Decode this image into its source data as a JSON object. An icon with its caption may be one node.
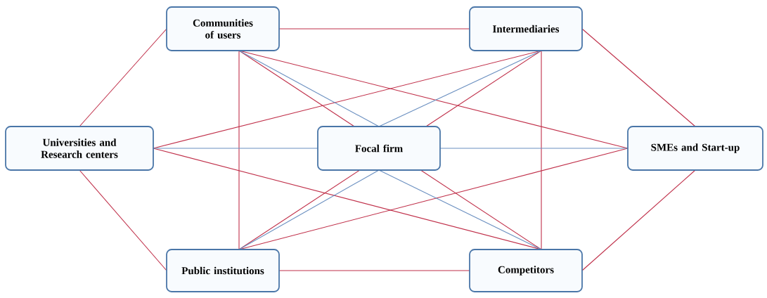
{
  "diagram": {
    "nodes": [
      {
        "text": [
          "Communities of users"
        ]
      },
      {
        "text": [
          "Intermediaries"
        ]
      },
      {
        "text": [
          "Universities and Research centers"
        ]
      },
      {
        "text": [
          "Focal firm"
        ]
      },
      {
        "text": [
          "SMEs and Start-up"
        ]
      },
      {
        "text": [
          "Public institutions"
        ]
      },
      {
        "text": [
          "Competitors"
        ]
      }
    ],
    "edges": [
      {
        "from": 2,
        "to": 0,
        "arrow": "none"
      },
      {
        "from": 2,
        "to": 5,
        "arrow": "none"
      },
      {
        "from": 0,
        "to": 1,
        "arrow": "none"
      },
      {
        "from": 1,
        "to": 4,
        "arrow": "none"
      },
      {
        "from": 4,
        "to": 6,
        "arrow": "none"
      },
      {
        "from": 5,
        "to": 6,
        "arrow": "none"
      },
      {
        "from": 0,
        "to": 5,
        "arrow": "none"
      },
      {
        "from": 1,
        "to": 6,
        "arrow": "none"
      },
      {
        "from": 2,
        "to": 1,
        "arrow": "none"
      },
      {
        "from": 2,
        "to": 6,
        "arrow": "none"
      },
      {
        "from": 4,
        "to": 0,
        "arrow": "none"
      },
      {
        "from": 4,
        "to": 5,
        "arrow": "none"
      },
      {
        "from": 0,
        "to": 3,
        "arrow": "none"
      },
      {
        "from": 3,
        "to": 6,
        "arrow": "none"
      },
      {
        "from": 1,
        "to": 3,
        "arrow": "none"
      },
      {
        "from": 3,
        "to": 5,
        "arrow": "none"
      },
      {
        "from": 0,
        "to": 3,
        "arrow": "none",
        "color": "#6a8fc0"
      },
      {
        "from": 1,
        "to": 3,
        "arrow": "none",
        "color": "#6a8fc0"
      },
      {
        "from": 3,
        "to": 5,
        "arrow": "none",
        "color": "#6a8fc0"
      },
      {
        "from": 3,
        "to": 6,
        "arrow": "none",
        "color": "#6a8fc0"
      },
      {
        "from": 2,
        "to": 3,
        "arrow": "none",
        "color": "#6a8fc0"
      },
      {
        "from": 3,
        "to": 4,
        "arrow": "none",
        "color": "#6a8fc0"
      }
    ]
  }
}
